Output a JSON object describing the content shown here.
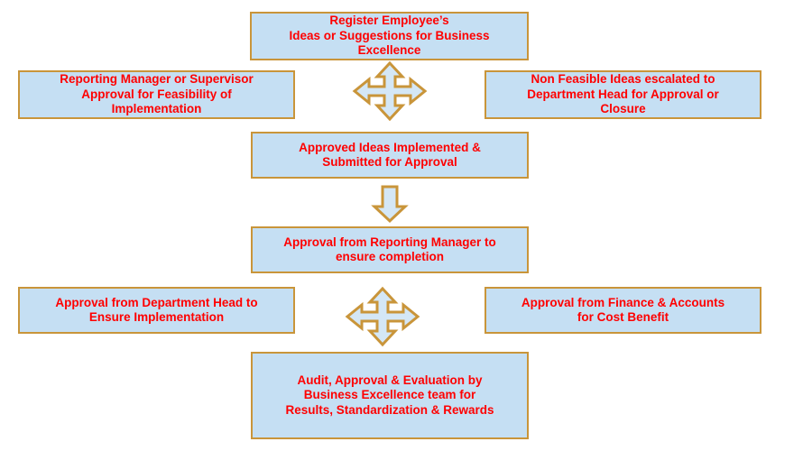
{
  "colors": {
    "box_fill": "#c5dff3",
    "box_border": "#c9953a",
    "text": "#ff0000",
    "arrow_fill": "#d4e7f6",
    "arrow_stroke": "#c9953a"
  },
  "boxes": {
    "register": "Register Employee’s\nIdeas or Suggestions for Business\nExcellence",
    "manager_approval": "Reporting Manager or Supervisor\nApproval for Feasibility of\nImplementation",
    "non_feasible": "Non Feasible Ideas escalated to\nDepartment Head for Approval or\nClosure",
    "implemented": "Approved Ideas Implemented &\nSubmitted for Approval",
    "manager_completion": "Approval from Reporting Manager to\nensure completion",
    "dept_head": "Approval from Department Head to\nEnsure Implementation",
    "finance": "Approval from Finance & Accounts\nfor Cost Benefit",
    "audit": "Audit, Approval  & Evaluation by\nBusiness Excellence team for\nResults, Standardization & Rewards"
  },
  "arrows": {
    "top_connector": "four-way-arrow-icon",
    "down_connector": "down-arrow-icon",
    "bottom_connector": "four-way-arrow-icon"
  }
}
